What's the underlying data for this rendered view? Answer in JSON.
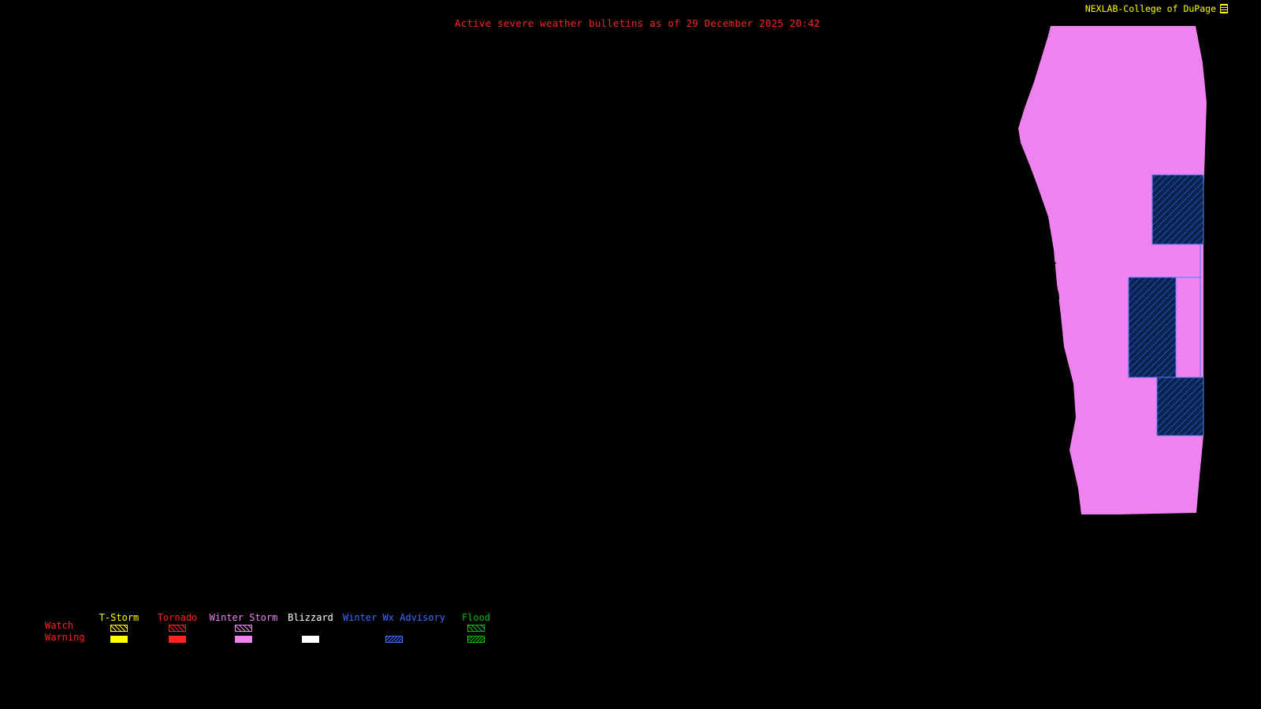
{
  "header": {
    "title": "Active severe weather bulletins as of 29 December 2025 20:42",
    "brand": "NEXLAB-College of DuPage"
  },
  "colors": {
    "background": "#000000",
    "title_text": "#ff2222",
    "brand_text": "#ffff00",
    "t_storm": "#ffff00",
    "tornado": "#ff2222",
    "winter_storm": "#ee82ee",
    "blizzard": "#ffffff",
    "winter_wx_advisory": "#3d6bff",
    "advisory_fill": "#0c2350",
    "flood": "#00bb00",
    "county_border": "#4d7dff"
  },
  "legend": {
    "row_labels": [
      {
        "label": "Watch"
      },
      {
        "label": "Warning"
      }
    ],
    "columns": [
      {
        "label": "T-Storm",
        "color": "#ffff00",
        "watch": "hatched-outline",
        "warning": "solid"
      },
      {
        "label": "Tornado",
        "color": "#ff2222",
        "watch": "hatched-outline",
        "warning": "solid"
      },
      {
        "label": "Winter Storm",
        "color": "#ee82ee",
        "watch": "hatched-outline",
        "warning": "solid"
      },
      {
        "label": "Blizzard",
        "color": "#ffffff",
        "watch": "none",
        "warning": "solid"
      },
      {
        "label": "Winter Wx Advisory",
        "color": "#3d6bff",
        "watch": "none",
        "warning": "hatched"
      },
      {
        "label": "Flood",
        "color": "#00bb00",
        "watch": "hatched-outline",
        "warning": "hatched"
      }
    ]
  },
  "map": {
    "regions": [
      {
        "name": "winter-storm-warning-region",
        "bulletin": "Winter Storm Warning",
        "color": "#ee82ee"
      },
      {
        "name": "winter-wx-advisory-region",
        "bulletin": "Winter Weather Advisory",
        "color": "#3d6bff"
      }
    ]
  }
}
